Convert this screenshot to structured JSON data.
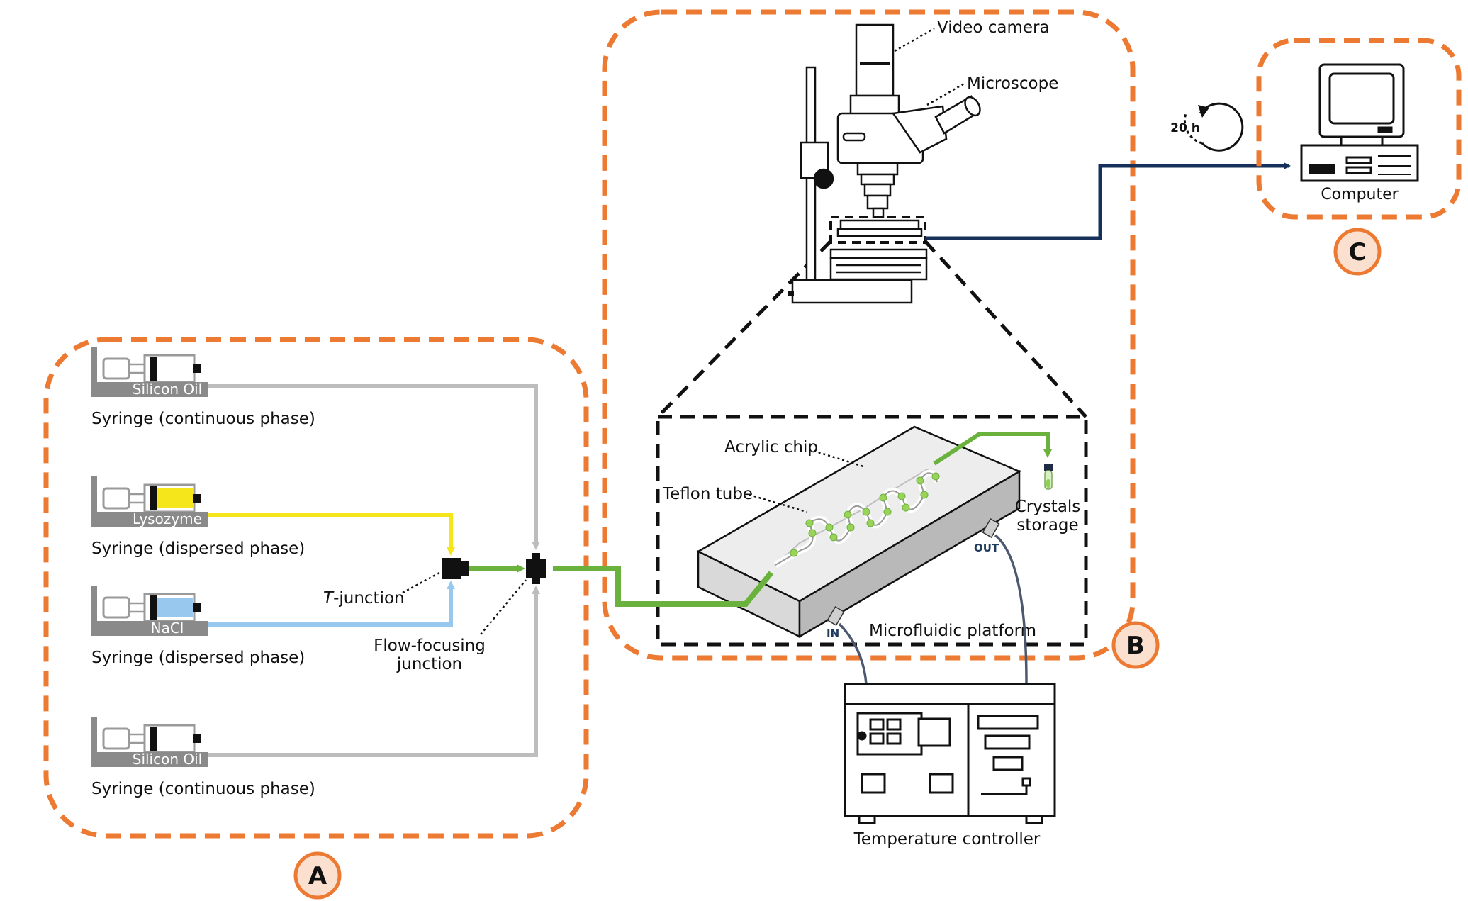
{
  "colors": {
    "panel_border": "#ec7a32",
    "badge_fill": "#fbe0cf",
    "oil_line": "#bdbdbd",
    "lysozyme": "#f5e51b",
    "nacl": "#98c8ee",
    "droplet_line": "#6ab23d",
    "data_cable": "#16305a",
    "thermal_cable": "#4c5870"
  },
  "panels": {
    "a": {
      "badge": "A"
    },
    "b": {
      "badge": "B"
    },
    "c": {
      "badge": "C"
    }
  },
  "syringes": [
    {
      "label": "Silicon Oil",
      "caption": "Syringe (continuous phase)",
      "fluid": "oil"
    },
    {
      "label": "Lysozyme",
      "caption": "Syringe (dispersed phase)",
      "fluid": "lysozyme"
    },
    {
      "label": "NaCl",
      "caption": "Syringe (dispersed phase)",
      "fluid": "nacl"
    },
    {
      "label": "Silicon Oil",
      "caption": "Syringe (continuous phase)",
      "fluid": "oil"
    }
  ],
  "junctions": {
    "t_prefix": "T",
    "t_suffix": "-junction",
    "flow_line1": "Flow-focusing",
    "flow_line2": "junction"
  },
  "microscope": {
    "camera_label": "Video camera",
    "scope_label": "Microscope"
  },
  "platform": {
    "chip_label": "Acrylic chip",
    "tube_label": "Teflon tube",
    "storage_line1": "Crystals",
    "storage_line2": "storage",
    "platform_label": "Microfluidic platform",
    "in_label": "IN",
    "out_label": "OUT"
  },
  "temperature": {
    "label": "Temperature controller"
  },
  "computer": {
    "label": "Computer"
  },
  "timer": {
    "label": "20 h"
  }
}
